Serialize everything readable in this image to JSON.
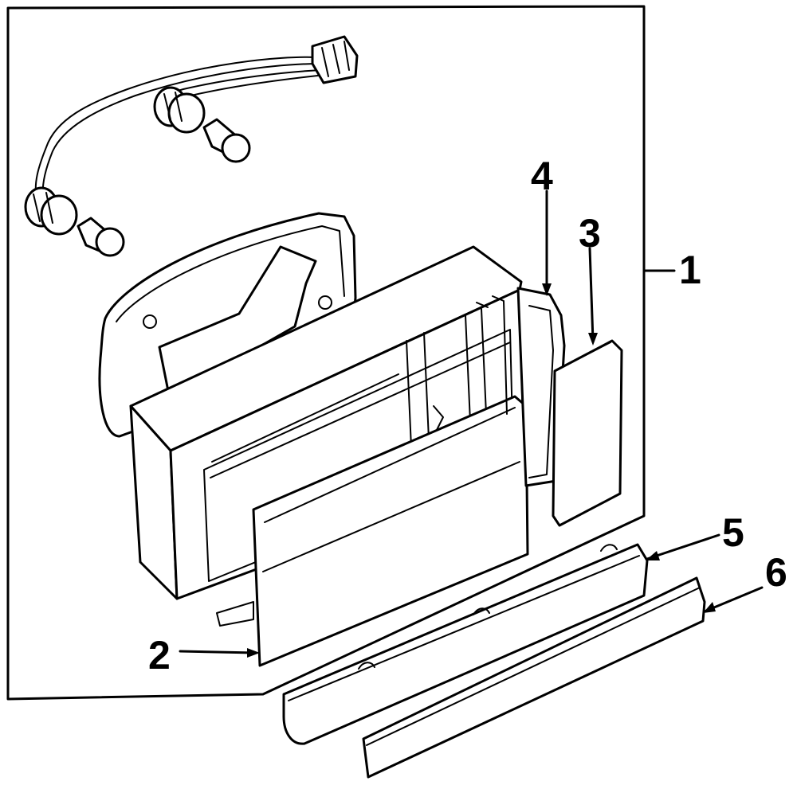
{
  "diagram": {
    "type": "exploded-parts-diagram",
    "callouts": {
      "c1": "1",
      "c2": "2",
      "c3": "3",
      "c4": "4",
      "c5": "5",
      "c6": "6"
    },
    "parts": [
      "wiring-harness",
      "bulb-socket",
      "bulb",
      "lamp-housing-base",
      "lamp-housing-body",
      "lens-2",
      "lens-3",
      "bezel-4",
      "molding-5",
      "molding-6"
    ],
    "colors": {
      "line": "#000000",
      "background": "#ffffff"
    }
  }
}
